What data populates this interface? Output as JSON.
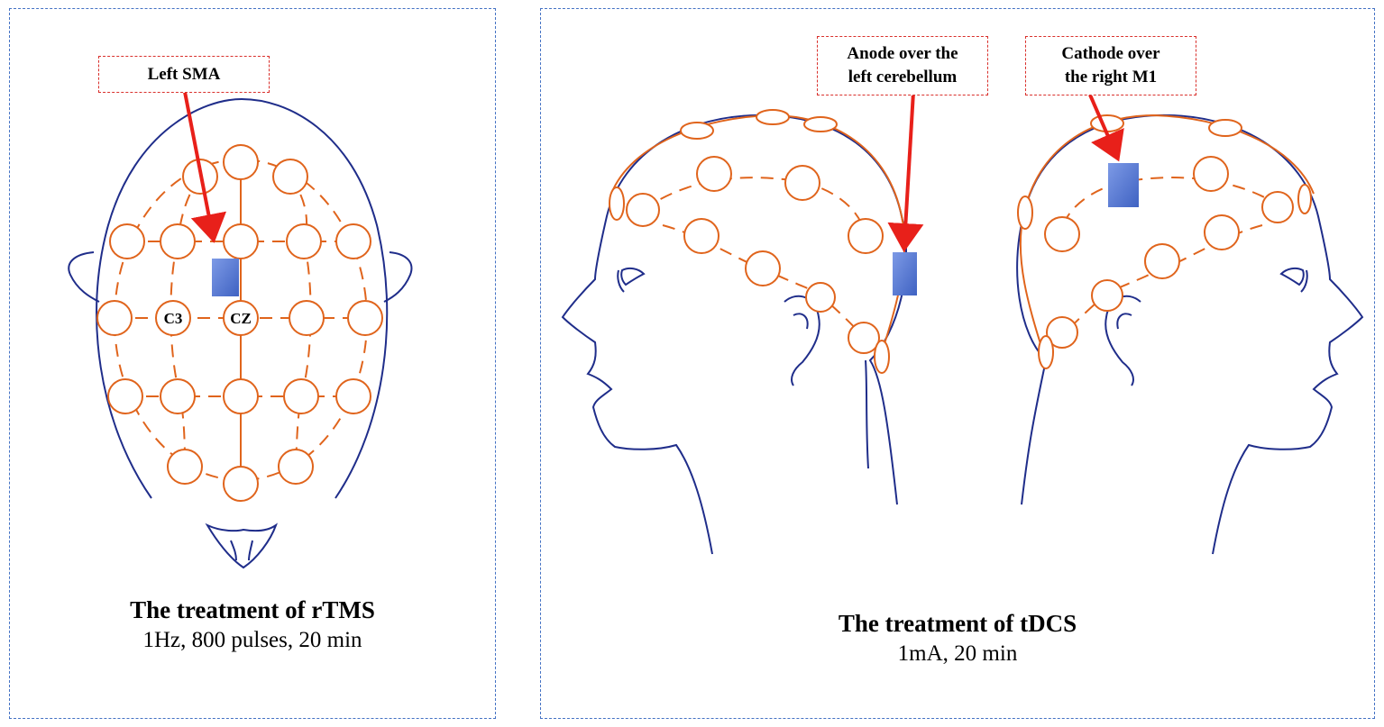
{
  "rtms": {
    "target_label": "Left SMA",
    "electrode_c3": "C3",
    "electrode_cz": "CZ",
    "title": "The treatment of rTMS",
    "params": "1Hz, 800 pulses, 20 min"
  },
  "tdcs": {
    "anode_label_line1": "Anode over the",
    "anode_label_line2": "left cerebellum",
    "cathode_label_line1": "Cathode over",
    "cathode_label_line2": "the right M1",
    "title": "The treatment of tDCS",
    "params": "1mA,  20 min"
  },
  "colors": {
    "outline": "#1f2d8a",
    "electrode": "#e0641c",
    "pointer": "#e8201a",
    "pad": "#5b7fd6",
    "frame": "#4472c4"
  }
}
